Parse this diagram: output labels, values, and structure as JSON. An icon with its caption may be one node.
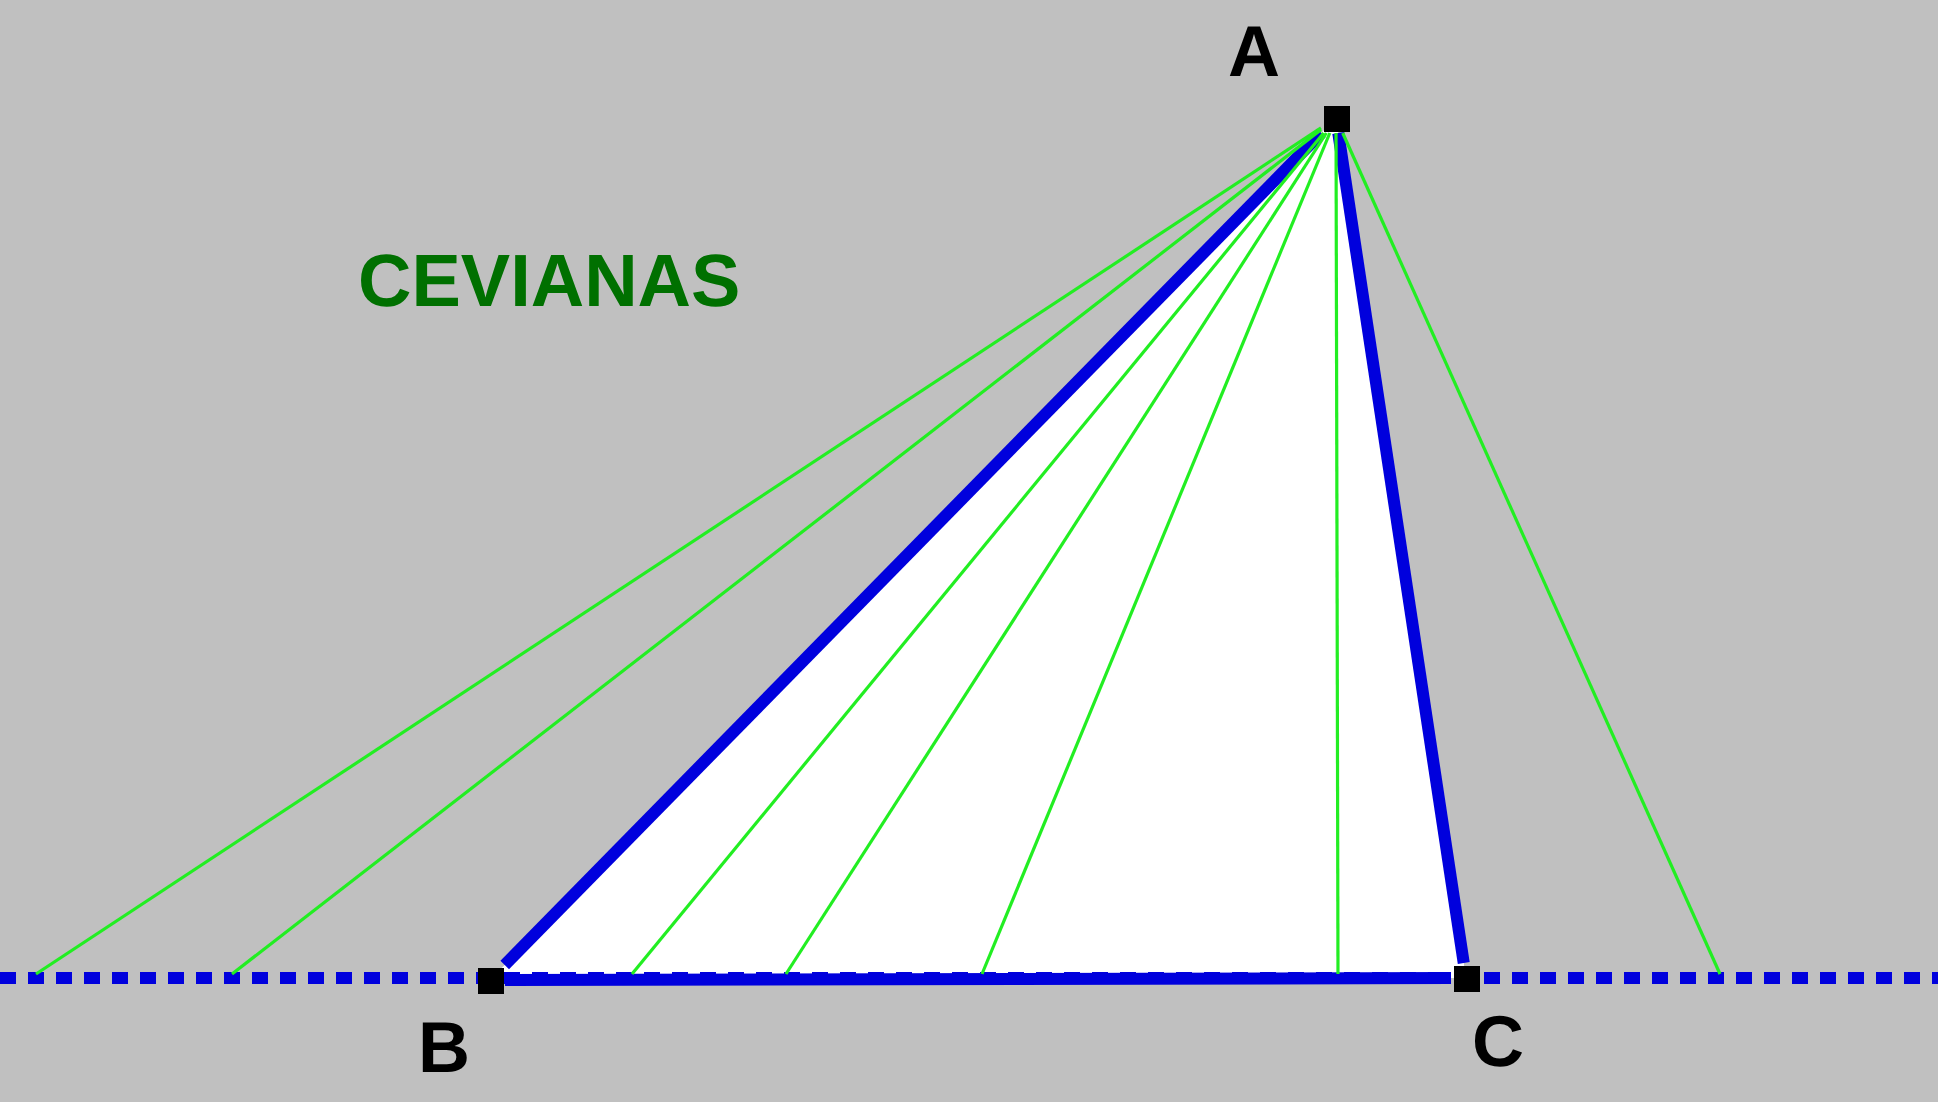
{
  "diagram": {
    "title": "CEVIANAS",
    "nodes": [
      {
        "text": [],
        "shape": "box"
      },
      {
        "text": [],
        "shape": "box"
      },
      {
        "text": [],
        "shape": "box"
      }
    ],
    "edges": [
      {
        "from": 0,
        "to": 1,
        "arrow": "none",
        "style": "thick",
        "color": "#0000dd"
      },
      {
        "from": 0,
        "to": 2,
        "arrow": "none",
        "style": "thick",
        "color": "#0000dd"
      },
      {
        "from": 1,
        "to": 2,
        "arrow": "none",
        "style": "thick",
        "color": "#0000dd"
      },
      {
        "from": 0,
        "to": null,
        "arrow": "none"
      },
      {
        "from": 0,
        "to": null,
        "arrow": "none"
      },
      {
        "from": 0,
        "to": null,
        "arrow": "none"
      },
      {
        "from": 0,
        "to": null,
        "arrow": "none"
      },
      {
        "from": 0,
        "to": null,
        "arrow": "none"
      },
      {
        "from": 0,
        "to": null,
        "arrow": "none"
      },
      {
        "from": 0,
        "to": null,
        "arrow": "none"
      }
    ],
    "labels": [
      "A",
      "B",
      "C"
    ]
  }
}
